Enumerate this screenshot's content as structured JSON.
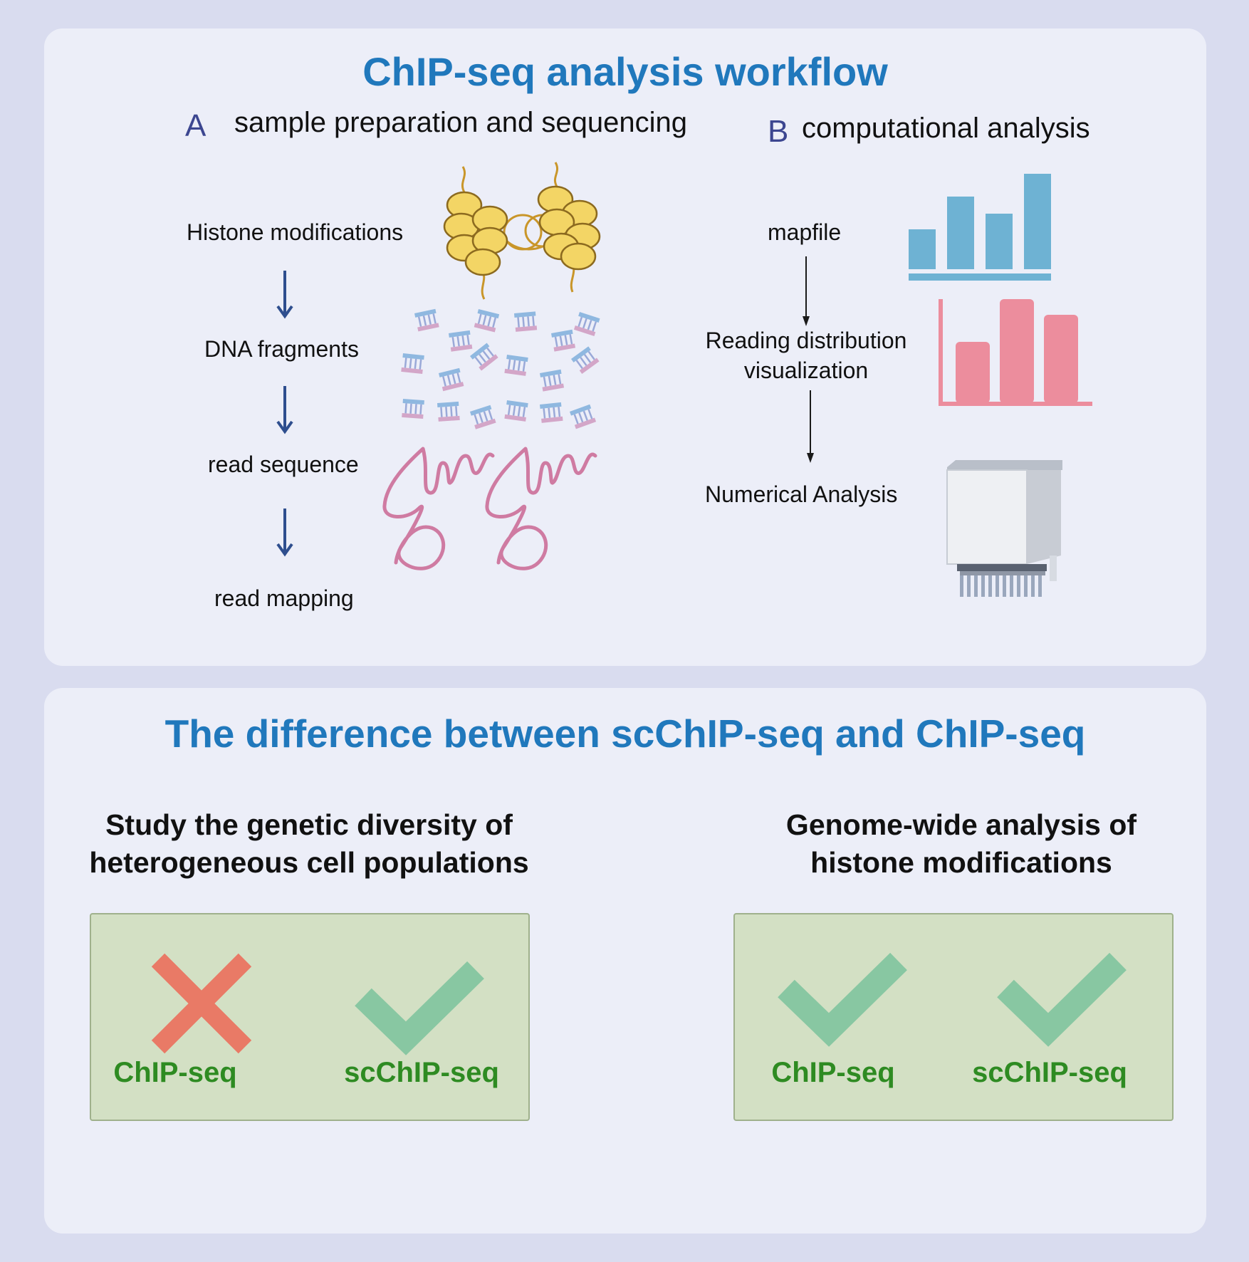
{
  "workflow": {
    "title": "ChIP-seq analysis workflow",
    "section_a": {
      "letter": "A",
      "heading": "sample preparation and sequencing",
      "steps": [
        "Histone modifications",
        "DNA fragments",
        "read sequence",
        "read mapping"
      ]
    },
    "section_b": {
      "letter": "B",
      "heading": "computational analysis",
      "steps": [
        "mapfile",
        "Reading distribution",
        "visualization",
        "Numerical Analysis"
      ]
    }
  },
  "difference": {
    "title": "The difference between scChIP-seq and ChIP-seq",
    "criteria": [
      {
        "line1": "Study the genetic diversity of",
        "line2": "heterogeneous cell populations",
        "methods": [
          {
            "label": "ChIP-seq",
            "result": "cross-icon"
          },
          {
            "label": "scChIP-seq",
            "result": "check-icon"
          }
        ]
      },
      {
        "line1": "Genome-wide analysis of",
        "line2": "histone modifications",
        "methods": [
          {
            "label": "ChIP-seq",
            "result": "check-icon"
          },
          {
            "label": "scChIP-seq",
            "result": "check-icon"
          }
        ]
      }
    ]
  },
  "colors": {
    "title_blue": "#2078bc",
    "bar_blue": "#6eb2d3",
    "bar_pink": "#ec8d9d",
    "check_green": "#88c7a2",
    "cross_red": "#e97a66",
    "label_green": "#2e8b22",
    "box_green": "#d3e0c4",
    "arrow_blue": "#2e4e8e"
  },
  "icons": [
    "nucleosome-icon",
    "dna-fragment-icon",
    "read-strand-icon",
    "bar-chart-icon",
    "sequencer-icon",
    "down-arrow-icon"
  ]
}
